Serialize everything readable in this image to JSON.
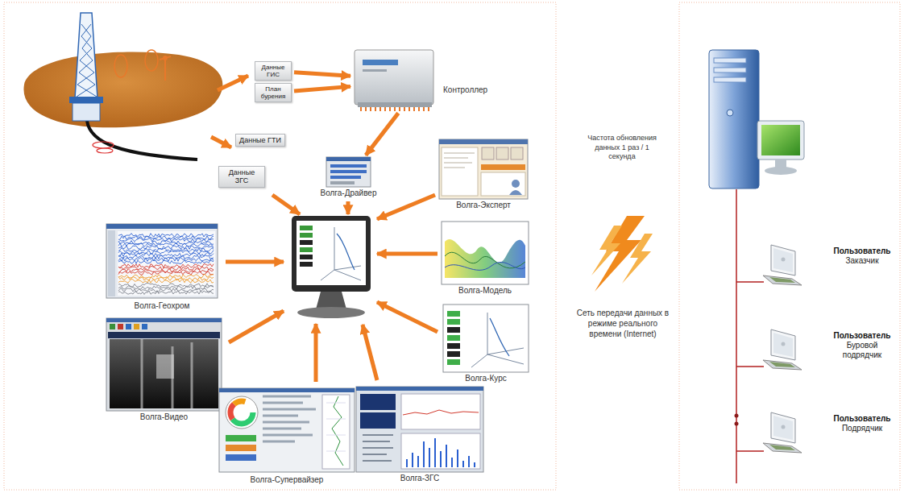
{
  "diagram": {
    "nodes": [
      {
        "text": [
          "Данные ГИС"
        ]
      },
      {
        "text": [
          "План бурения"
        ]
      },
      {
        "text": [
          "Контроллер"
        ]
      },
      {
        "text": [
          "Данные ГТИ"
        ]
      },
      {
        "text": [
          "Данные ЗГС"
        ]
      },
      {
        "text": [
          "Волга-Драйвер"
        ]
      },
      {
        "text": [
          "Волга-Эксперт"
        ]
      },
      {
        "text": [
          "Волга-Геохром"
        ]
      },
      {
        "text": [
          "Волга-Модель"
        ]
      },
      {
        "text": [
          "Волга-Курс"
        ]
      },
      {
        "text": [
          "Волга-Видео"
        ]
      },
      {
        "text": [
          "Волга-Супервайзер"
        ]
      },
      {
        "text": [
          "Волга-ЗГС"
        ]
      },
      {
        "text": [
          "Пользователь",
          "Заказчик"
        ]
      },
      {
        "text": [
          "Пользователь",
          "Буровой подрядчик"
        ]
      },
      {
        "text": [
          "Пользователь",
          "Подрядчик"
        ]
      }
    ],
    "edges": [
      {
        "from": 0,
        "to": 2,
        "arrow": "to"
      },
      {
        "from": 1,
        "to": 2,
        "arrow": "to"
      },
      {
        "from": 2,
        "to": 5,
        "arrow": "to"
      }
    ],
    "labels": [
      "Частота обновления данных 1 раз / 1 секунда",
      "Сеть передачи данных в режиме реального времени (Internet)"
    ]
  }
}
